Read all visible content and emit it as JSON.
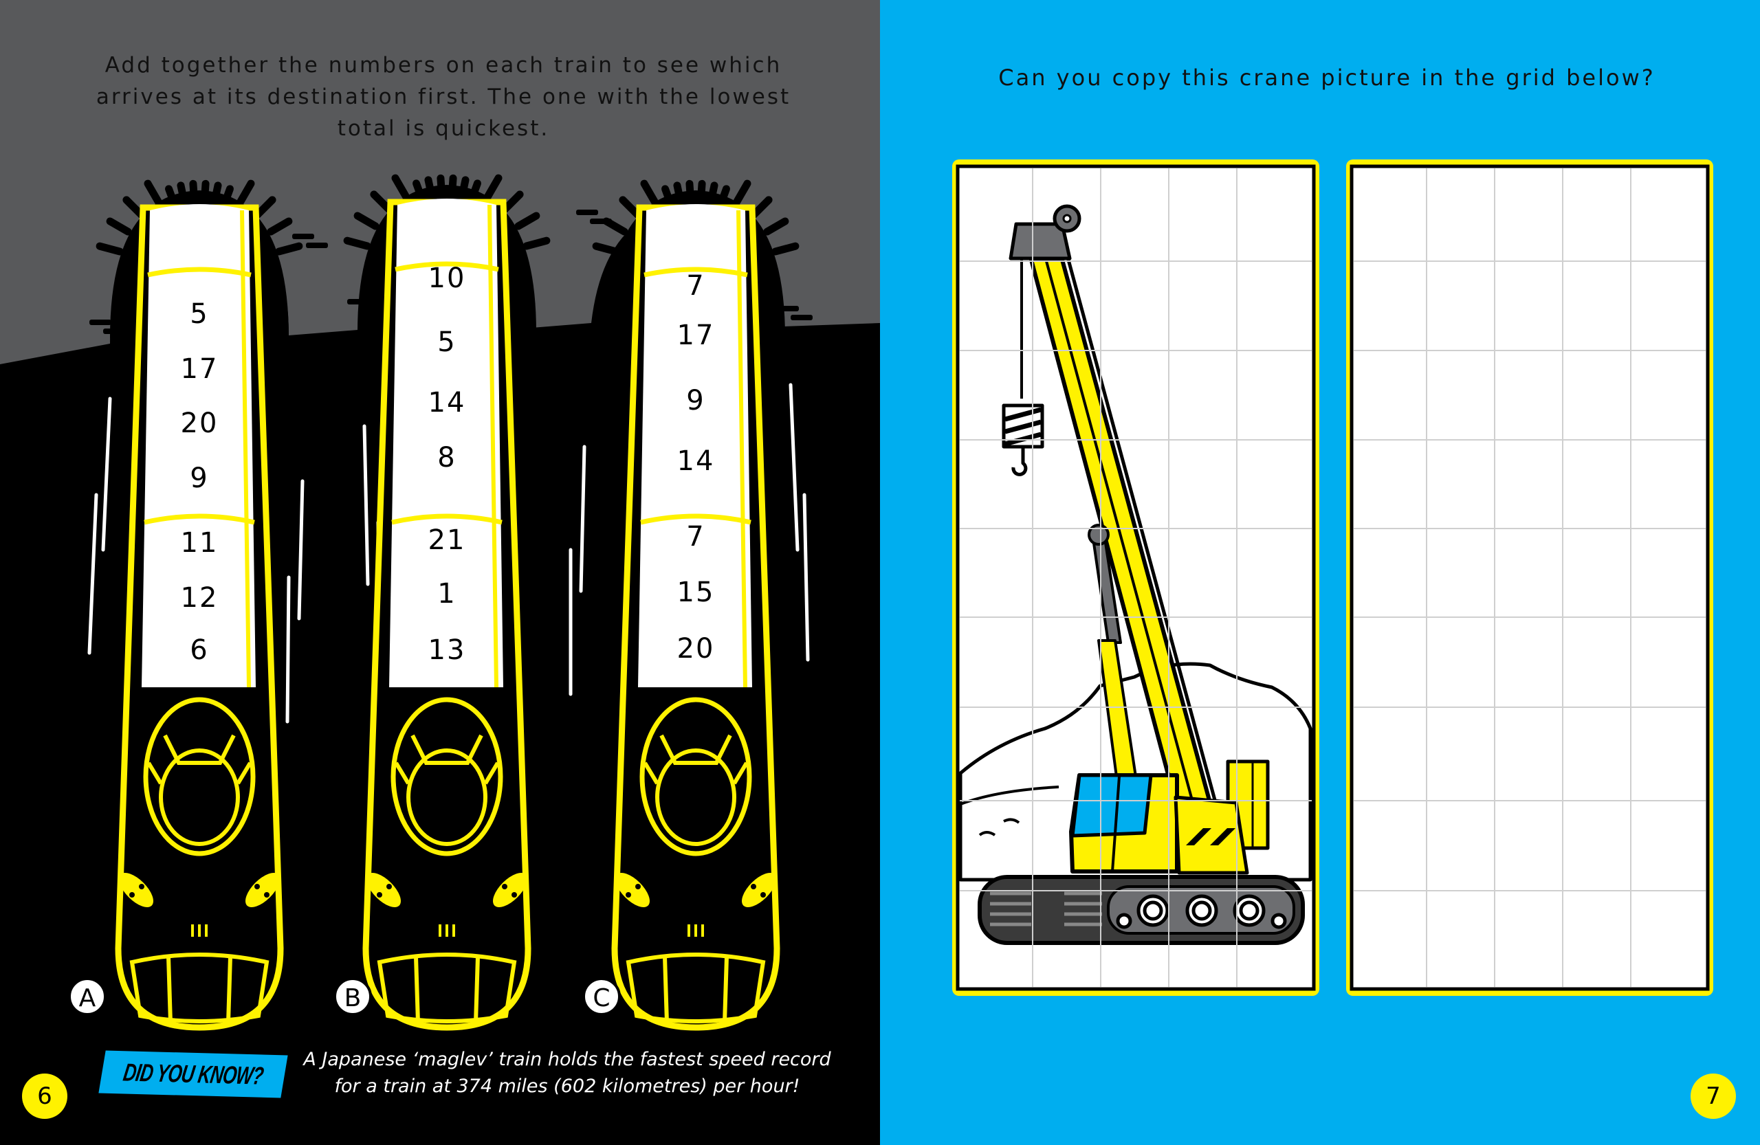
{
  "left_page": {
    "instructions": [
      "Add together the numbers on each train to see which",
      "arrives at its destination first. The one with the lowest",
      "total is quickest."
    ],
    "trains": [
      {
        "label": "A",
        "numbers": [
          "5",
          "17",
          "20",
          "9",
          "11",
          "12",
          "6"
        ]
      },
      {
        "label": "B",
        "numbers": [
          "10",
          "5",
          "14",
          "8",
          "21",
          "1",
          "13"
        ]
      },
      {
        "label": "C",
        "numbers": [
          "7",
          "17",
          "9",
          "14",
          "7",
          "15",
          "20"
        ]
      }
    ],
    "did_you_know": "DID YOU KNOW?",
    "fact": [
      "A Japanese ‘maglev’ train holds the fastest speed record",
      "for a train at 374 miles (602 kilometres) per hour!"
    ],
    "page_number": "6"
  },
  "right_page": {
    "title": "Can you copy this crane picture in the grid below?",
    "page_number": "7"
  },
  "colors": {
    "yellow": "#fff200",
    "blue": "#00aeef",
    "gray": "#58595b",
    "black": "#000000"
  }
}
